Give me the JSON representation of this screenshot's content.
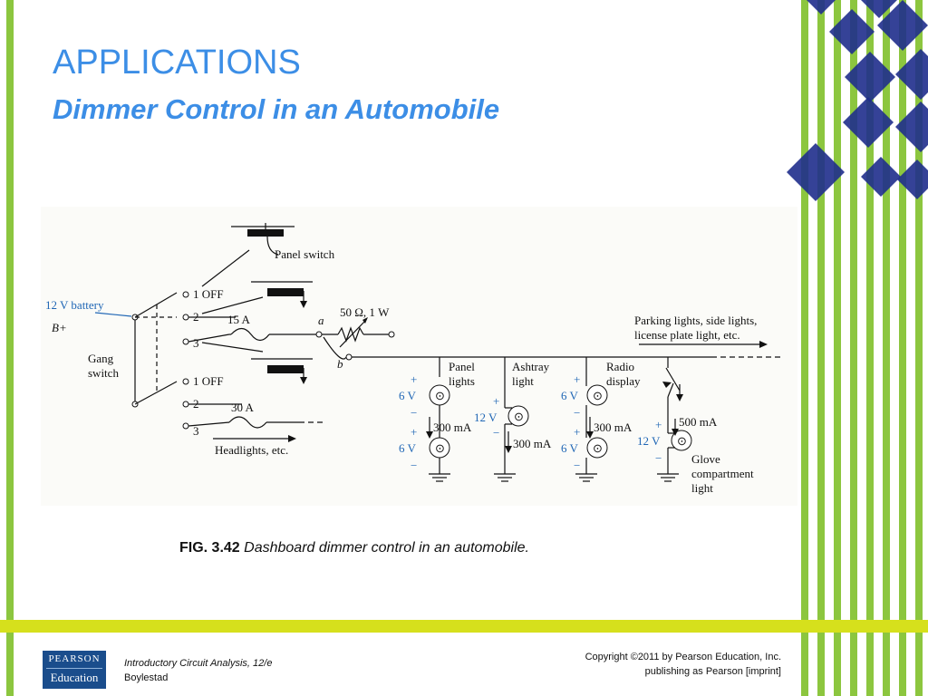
{
  "slide": {
    "title": "APPLICATIONS",
    "subtitle": "Dimmer Control in an Automobile",
    "caption_fig": "FIG. 3.42",
    "caption_text": "Dashboard dimmer control in an automobile."
  },
  "footer": {
    "logo_top": "PEARSON",
    "logo_bottom": "Education",
    "book_title": "Introductory Circuit Analysis, 12/e",
    "author": "Boylestad",
    "copyright_line1": "Copyright ©2011 by Pearson Education, Inc.",
    "copyright_line2": "publishing as Pearson [imprint]"
  },
  "diagram": {
    "battery_label": "12 V battery",
    "b_plus": "B+",
    "gang_switch_1": "Gang",
    "gang_switch_2": "switch",
    "panel_switch": "Panel switch",
    "pos1_top": "1 OFF",
    "pos2_top": "2",
    "pos3_top": "3",
    "pos1_bottom": "1 OFF",
    "pos2_bottom": "2",
    "pos3_bottom": "3",
    "fuse_15": "15 A",
    "fuse_30": "30 A",
    "headlights": "Headlights, etc.",
    "node_a": "a",
    "node_b": "b",
    "resistor": "50 Ω, 1 W",
    "parking_1": "Parking lights, side lights,",
    "parking_2": "license plate light, etc.",
    "panel_lights_1": "Panel",
    "panel_lights_2": "lights",
    "ashtray_1": "Ashtray",
    "ashtray_2": "light",
    "radio_1": "Radio",
    "radio_2": "display",
    "glove_1": "Glove",
    "glove_2": "compartment",
    "glove_3": "light",
    "v6": "6 V",
    "v12": "12 V",
    "i300": "300 mA",
    "i500": "500 mA",
    "plus": "+",
    "minus": "−"
  }
}
